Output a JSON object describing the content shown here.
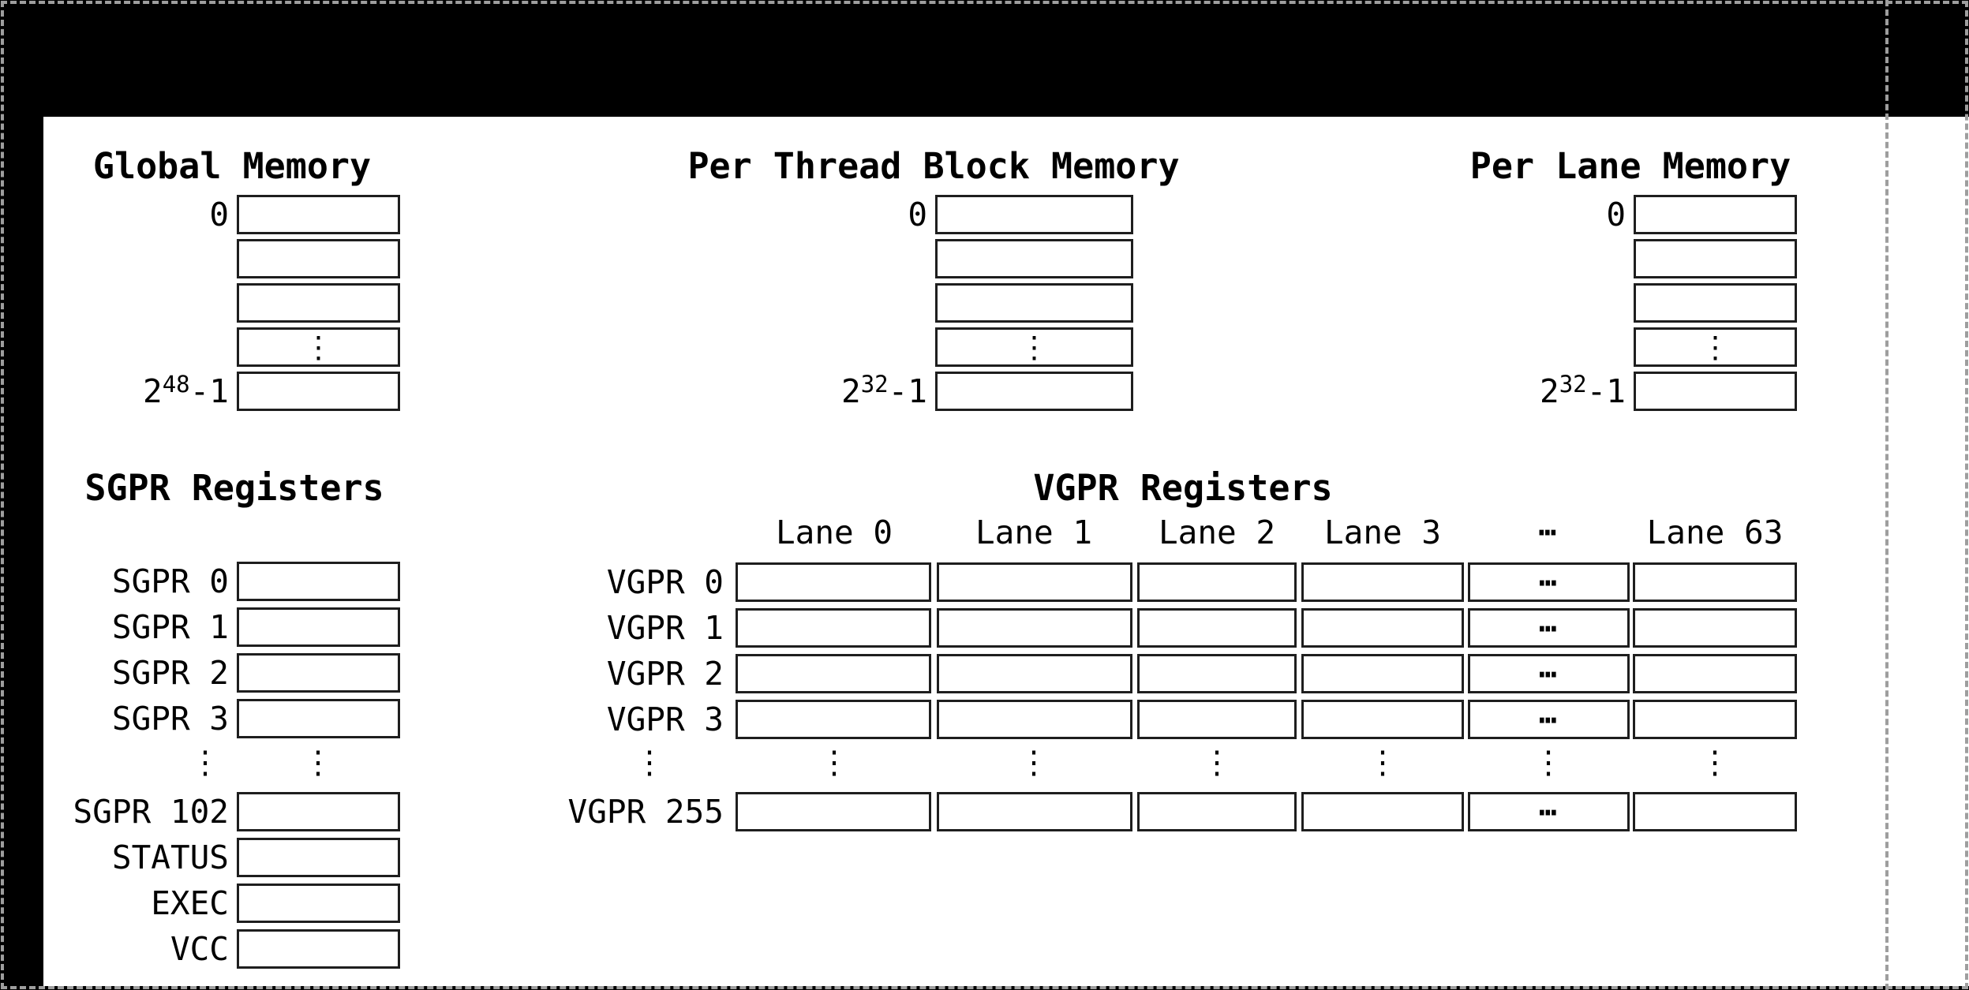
{
  "glyphs": {
    "vdots": "⋮",
    "hdots": "⋯"
  },
  "colors": {
    "background": "#000000",
    "panel": "#ffffff",
    "box_border": "#1e1e1e",
    "text": "#000000",
    "dashed_border": "#9e9e9e"
  },
  "sections": {
    "global_memory": {
      "title": "Global Memory",
      "first_address": "0",
      "last_address_base": "2",
      "last_address_exponent": "48",
      "last_address_suffix": "-1"
    },
    "per_thread_block_memory": {
      "title": "Per Thread Block Memory",
      "first_address": "0",
      "last_address_base": "2",
      "last_address_exponent": "32",
      "last_address_suffix": "-1"
    },
    "per_lane_memory": {
      "title": "Per Lane Memory",
      "first_address": "0",
      "last_address_base": "2",
      "last_address_exponent": "32",
      "last_address_suffix": "-1"
    },
    "sgpr": {
      "title": "SGPR Registers",
      "register_labels": [
        "SGPR 0",
        "SGPR 1",
        "SGPR 2",
        "SGPR 3"
      ],
      "register_labels_bottom": [
        "SGPR 102",
        "STATUS",
        "EXEC",
        "VCC"
      ]
    },
    "vgpr": {
      "title": "VGPR Registers",
      "lane_headers": [
        "Lane 0",
        "Lane 1",
        "Lane 2",
        "Lane 3",
        "⋯",
        "Lane 63"
      ],
      "register_labels": [
        "VGPR 0",
        "VGPR 1",
        "VGPR 2",
        "VGPR 3"
      ],
      "last_register_label": "VGPR 255"
    }
  }
}
